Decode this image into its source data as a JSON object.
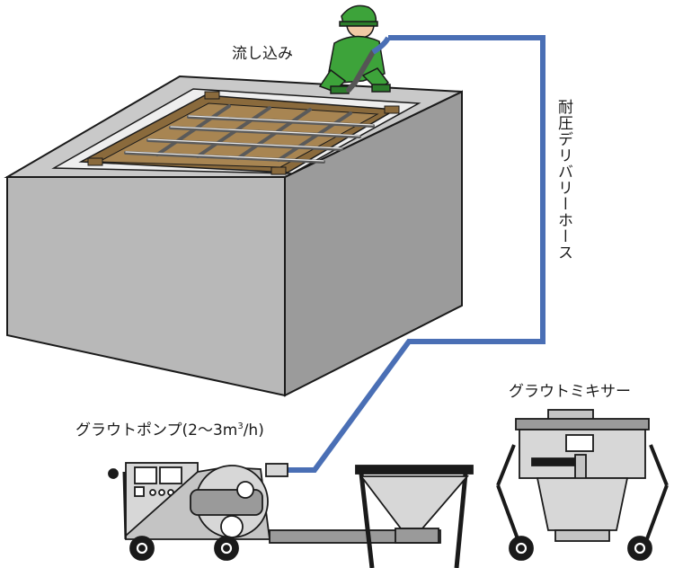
{
  "labels": {
    "pouring": "流し込み",
    "hose": "耐圧デリバリーホース",
    "mixer": "グラウトミキサー",
    "pump_prefix": "グラウトポンプ(2～3m",
    "pump_sup": "3",
    "pump_suffix": "/h)"
  },
  "colors": {
    "hose": "#4a6fb5",
    "concrete_top": "#c9c9c9",
    "concrete_front": "#b8b8b8",
    "concrete_side": "#9b9b9b",
    "formwork": "#8a6a3c",
    "worker": "#3da33a",
    "machine": "#d7d7d7"
  },
  "icons": [
    "worker-icon",
    "grout-pump-icon",
    "hopper-icon",
    "grout-mixer-icon"
  ]
}
